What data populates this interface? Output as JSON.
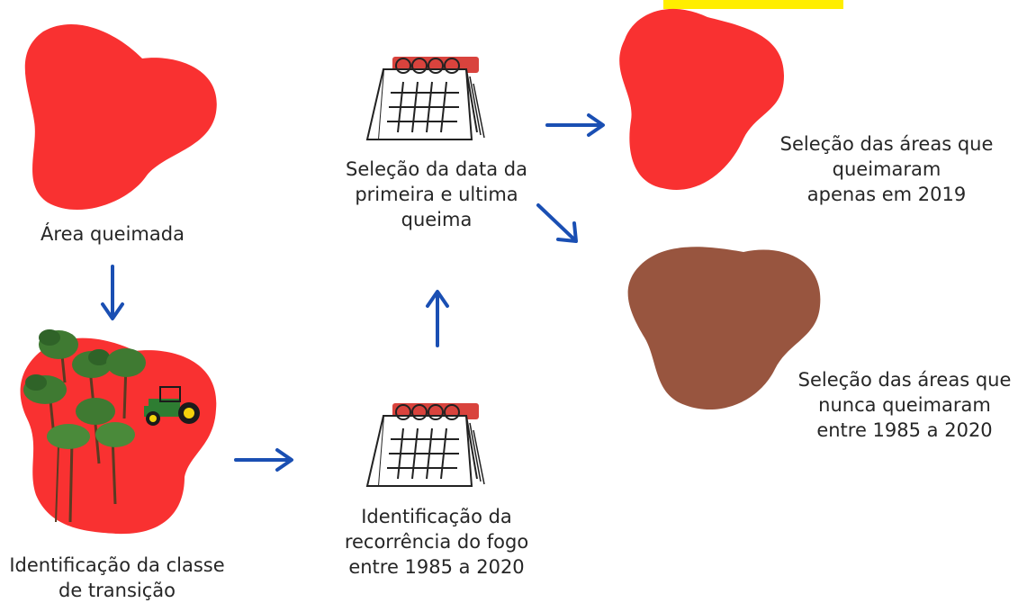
{
  "colors": {
    "burned": "#f93131",
    "unburned": "#98553f",
    "arrow": "#1a4fb3",
    "calendar_top": "#d9433d",
    "highlight": "#ffee00"
  },
  "nodes": {
    "burned_area": {
      "label": "Área queimada"
    },
    "transition_class": {
      "label": "Identificação da classe\nde transição"
    },
    "fire_recurrence": {
      "label": "Identificação da\nrecorrência do fogo\nentre 1985 a 2020"
    },
    "first_last_burn": {
      "label": "Seleção da data da\nprimeira e ultima\nqueima"
    },
    "burned_2019": {
      "label": "Seleção das áreas que\nqueimaram\napenas em 2019"
    },
    "never_burned": {
      "label": "Seleção das áreas que\nnunca queimaram\nentre 1985 a 2020"
    }
  },
  "icons": [
    "calendar-icon",
    "calendar-icon",
    "tree-icon",
    "tractor-icon",
    "arrow-icon"
  ]
}
